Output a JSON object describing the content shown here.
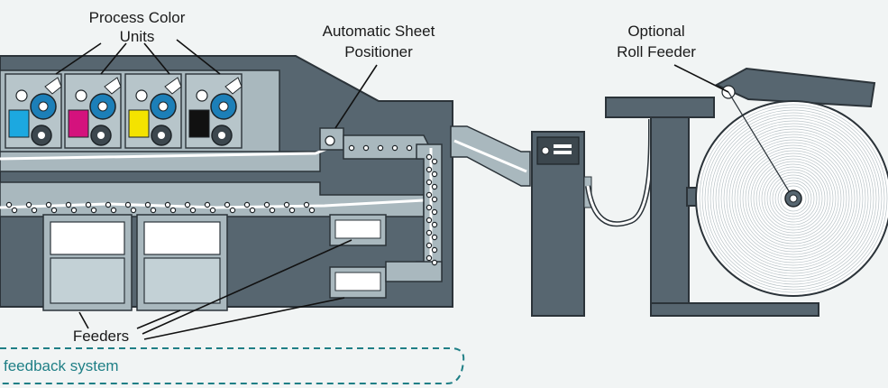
{
  "labels": {
    "process_color_units": [
      "Process Color",
      "Units"
    ],
    "automatic_sheet_positioner": [
      "Automatic Sheet",
      "Positioner"
    ],
    "optional_roll_feeder": [
      "Optional",
      "Roll Feeder"
    ],
    "feeders": "Feeders",
    "feedback_system": "feedback system"
  },
  "toner_colors": [
    "#1ca8e0",
    "#d4127d",
    "#f4e300",
    "#111111"
  ],
  "colors": {
    "machine_body": "#576670",
    "machine_inner": "#a9b8be",
    "drum_blue": "#1c7fb8",
    "dashed_outline": "#1f7f86",
    "background": "#f1f4f4"
  }
}
